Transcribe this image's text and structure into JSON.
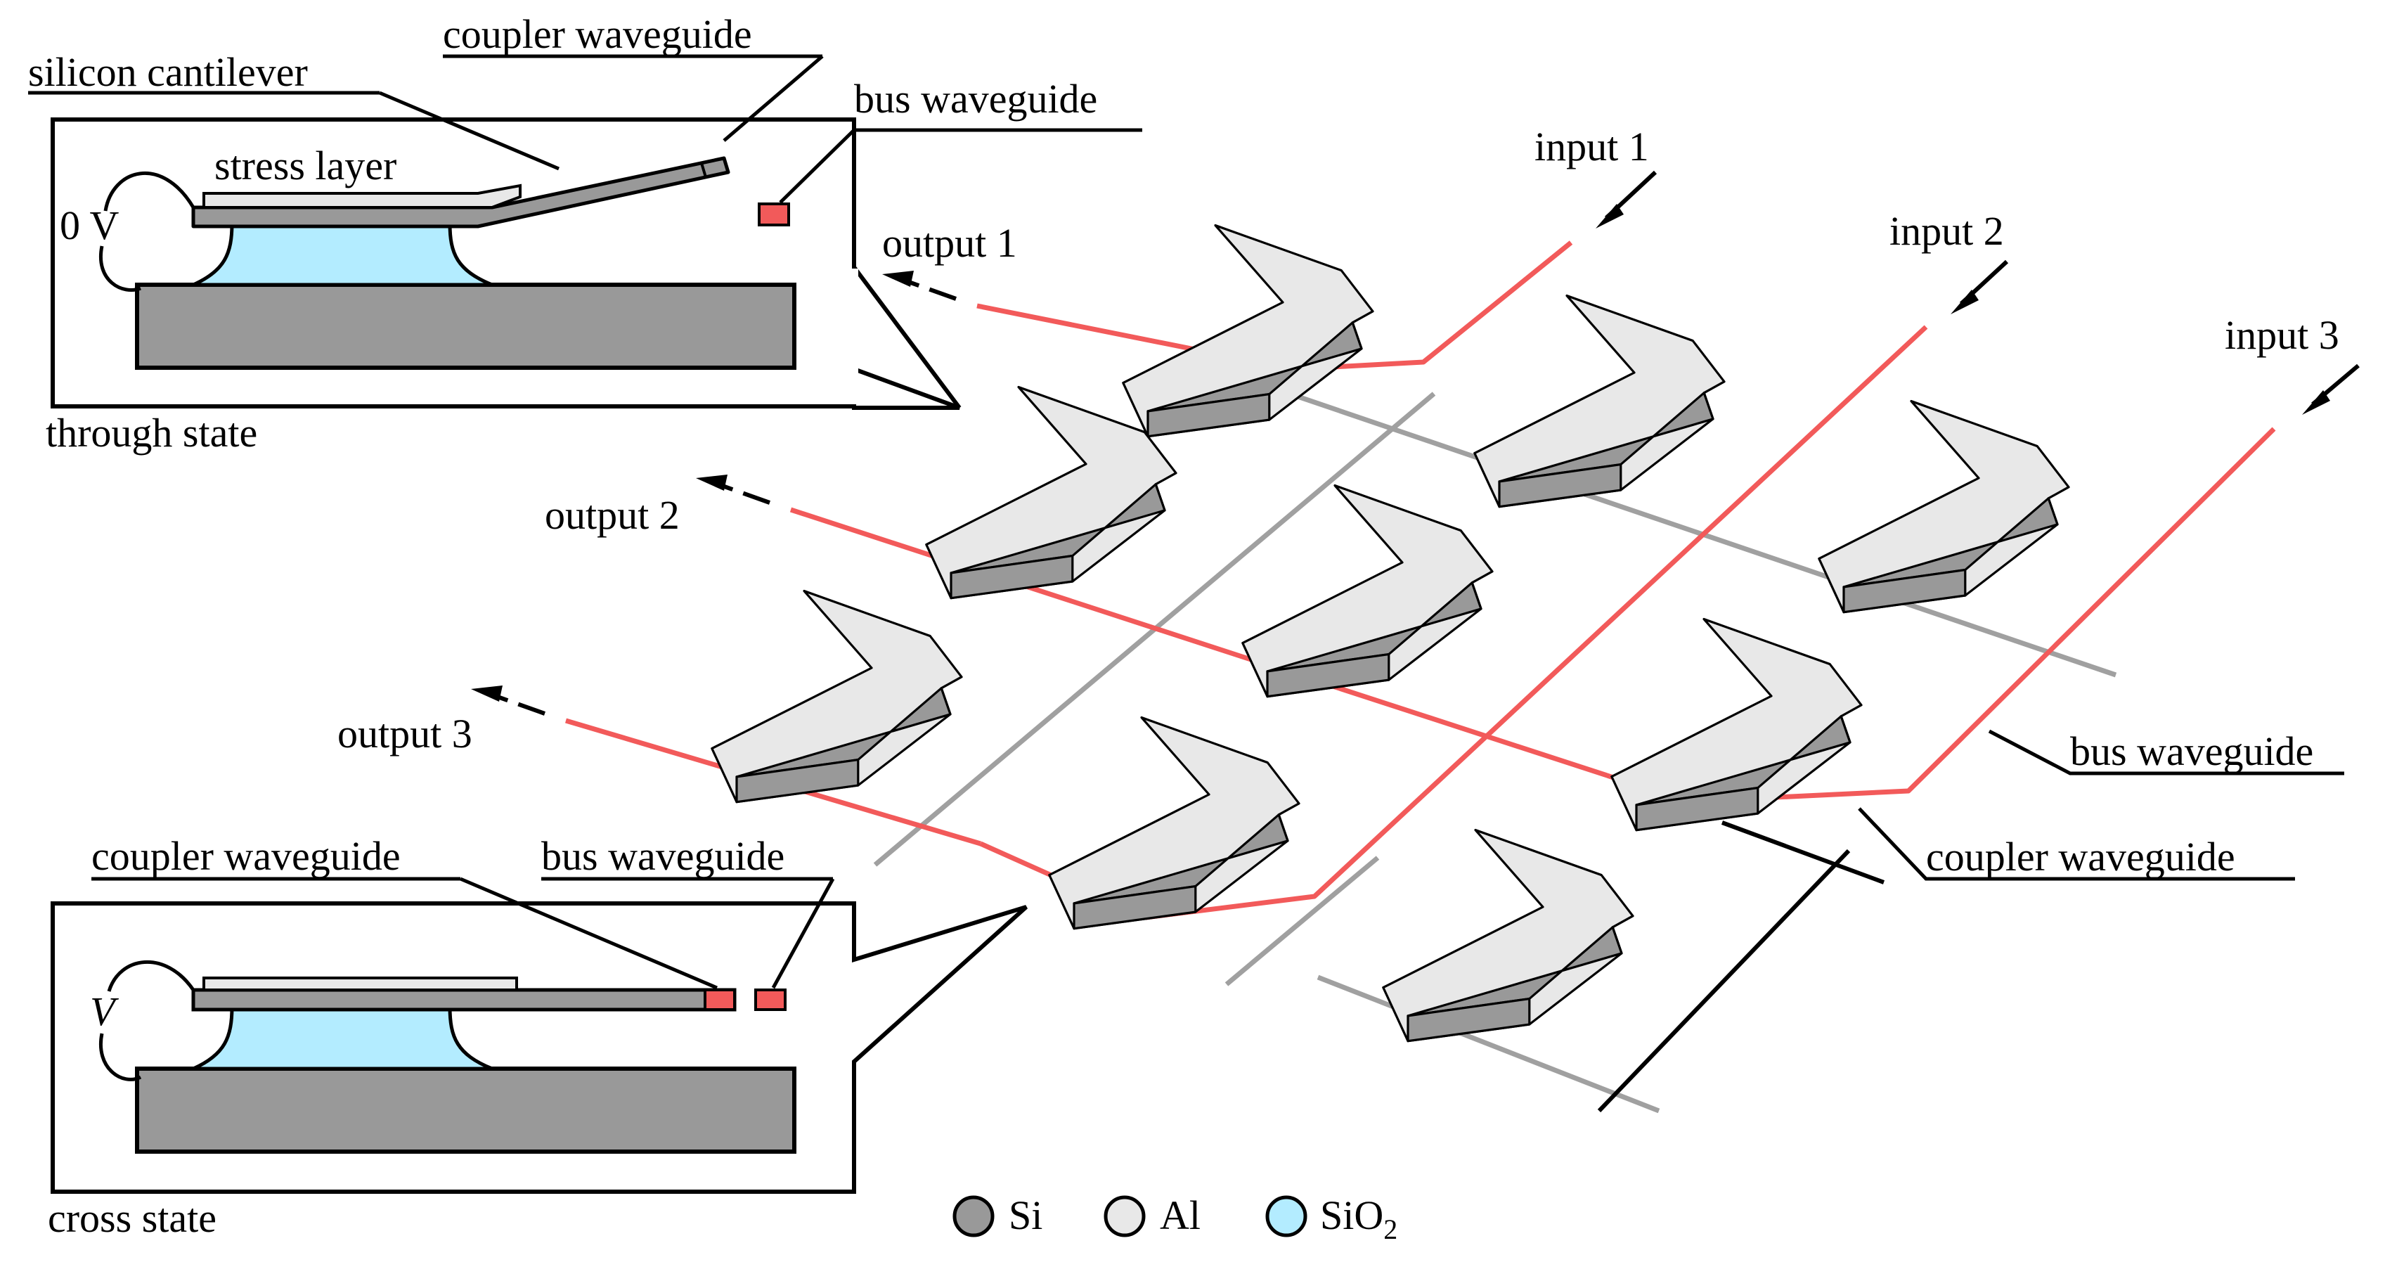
{
  "colors": {
    "si": "#999999",
    "al": "#e8e8e8",
    "sio2": "#b3ecff",
    "waveguide_active": "#f25a5a",
    "waveguide_inactive": "#a0a0a0",
    "outline": "#000000"
  },
  "labels": {
    "silicon_cantilever": "silicon cantilever",
    "coupler_waveguide_top": "coupler waveguide",
    "bus_waveguide_top": "bus waveguide",
    "stress_layer": "stress layer",
    "voltage_through": "0 V",
    "through_state": "through state",
    "coupler_waveguide_bottom": "coupler waveguide",
    "bus_waveguide_bottom": "bus waveguide",
    "voltage_cross": "V",
    "cross_state": "cross state",
    "input_1": "input 1",
    "input_2": "input 2",
    "input_3": "input 3",
    "output_1": "output 1",
    "output_2": "output 2",
    "output_3": "output 3",
    "bus_waveguide_right": "bus waveguide",
    "coupler_waveguide_right": "coupler waveguide"
  },
  "legend": [
    {
      "label": "Si",
      "color": "#999999"
    },
    {
      "label": "Al",
      "color": "#e8e8e8"
    },
    {
      "label": "SiO",
      "subscript": "2",
      "color": "#b3ecff"
    }
  ]
}
